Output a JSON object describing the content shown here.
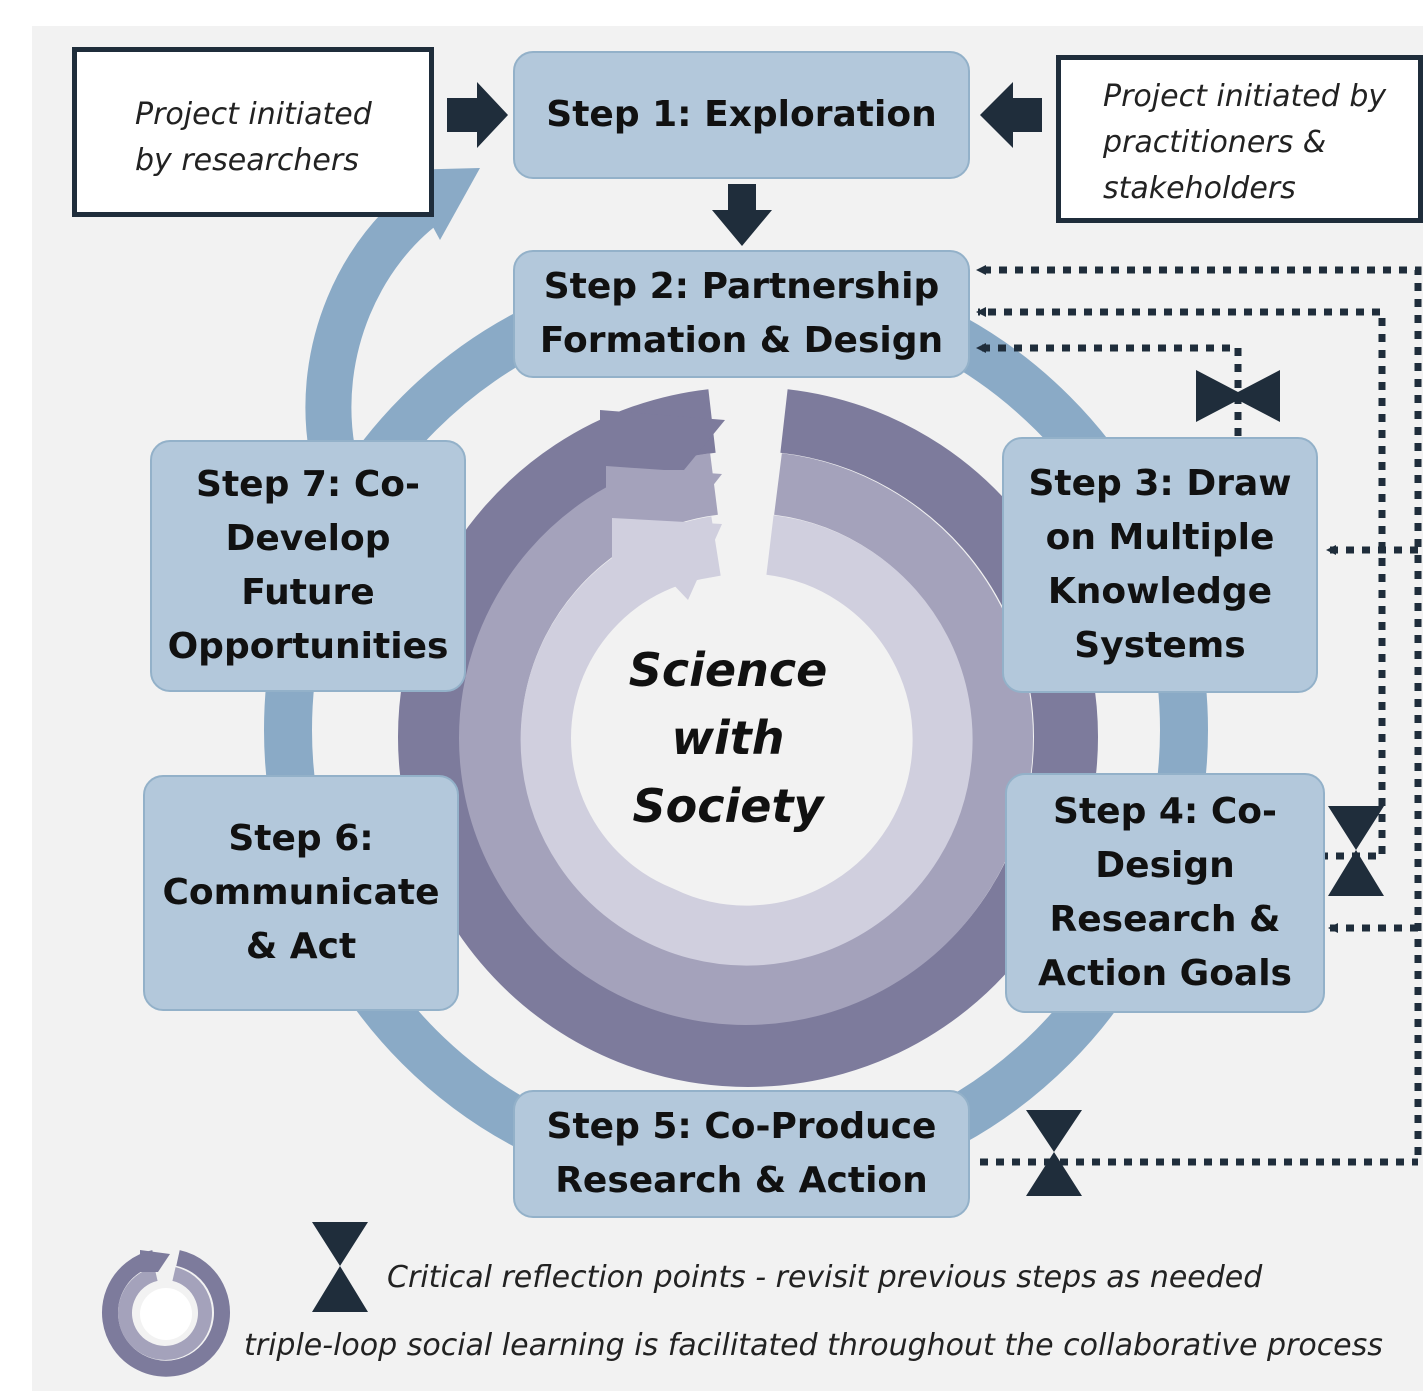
{
  "initiators": {
    "researchers": "Project initiated\nby researchers",
    "practitioners": "Project initiated by\npractitioners &\nstakeholders"
  },
  "steps": [
    "Step 1: Exploration",
    "Step 2: Partnership\nFormation & Design",
    "Step 3: Draw\non Multiple\nKnowledge\nSystems",
    "Step 4: Co-\nDesign\nResearch &\nAction Goals",
    "Step 5: Co-Produce\nResearch & Action",
    "Step 6:\nCommunicate\n& Act",
    "Step 7: Co-\nDevelop\nFuture\nOpportunities"
  ],
  "center": "Science\nwith\nSociety",
  "legend": {
    "reflection": "Critical reflection points - revisit previous steps as needed",
    "learning": "triple-loop social learning is facilitated throughout the collaborative process"
  },
  "colors": {
    "step_fill": "#b3c8db",
    "cycle_ring": "#8aaac6",
    "dark_navy": "#1f2d3b",
    "loop_outer": "#7d7b9c",
    "loop_middle": "#a4a2bb",
    "loop_inner": "#d0cfde",
    "background": "#f2f2f2"
  }
}
